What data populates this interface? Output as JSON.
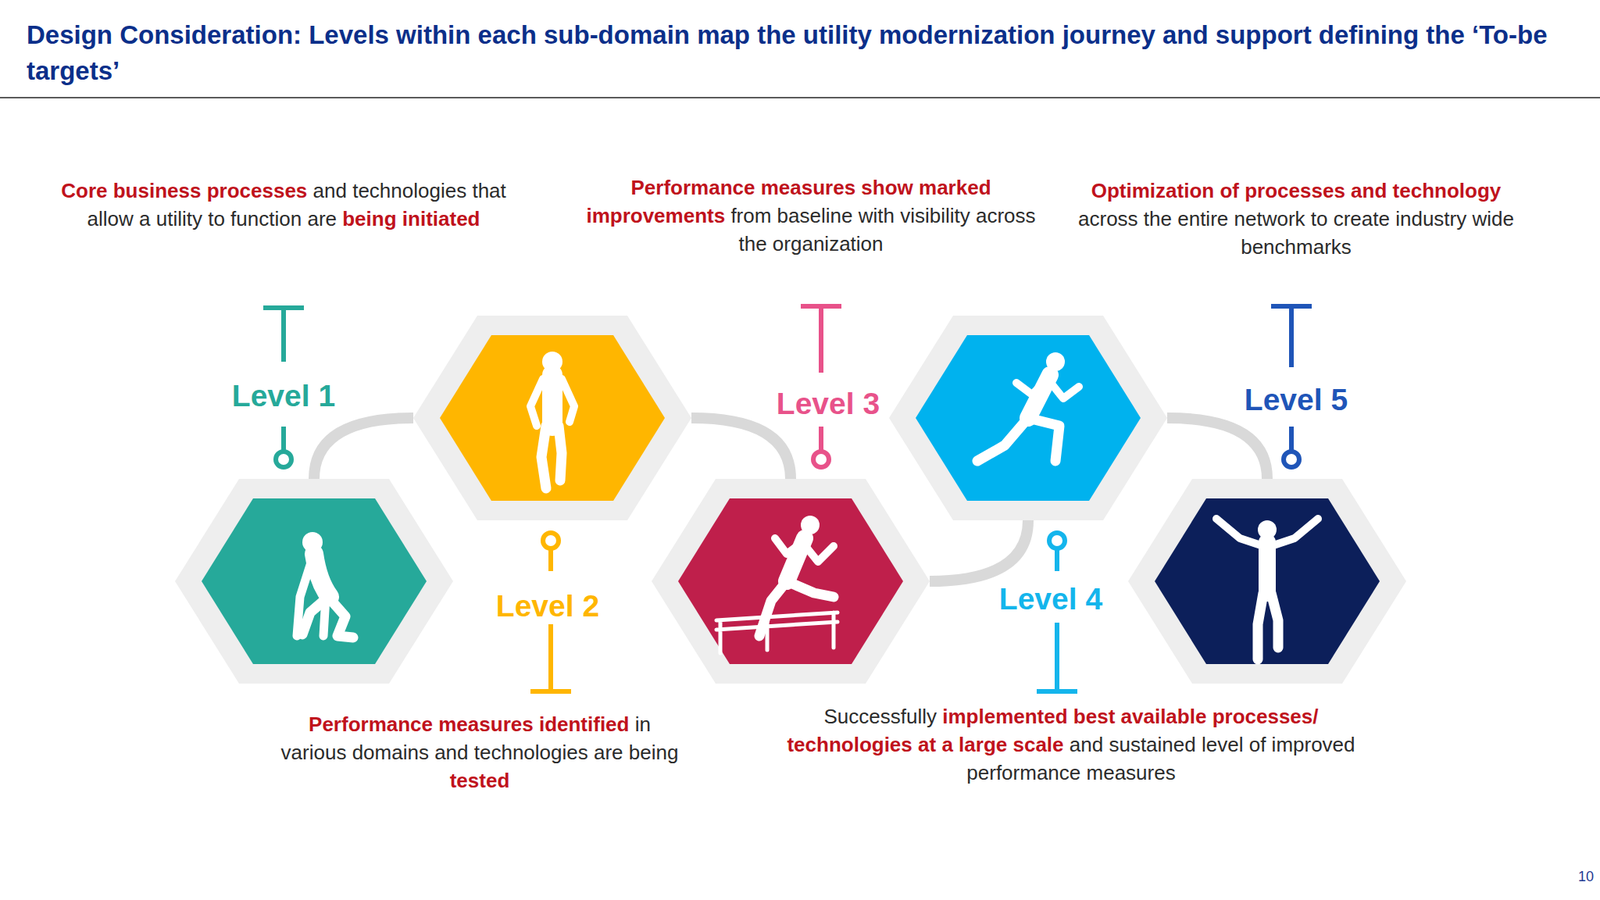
{
  "diagram": {
    "title": "Design Consideration: Levels within each sub-domain map the utility modernization journey and support defining the ‘To-be targets’",
    "nodes": [
      {
        "text": [
          "Level 1",
          "Core business processes and technologies that allow a utility to function are being initiated"
        ]
      },
      {
        "text": [
          "Level 2",
          "Performance measures identified in various domains and technologies are being tested"
        ]
      },
      {
        "text": [
          "Level 3",
          "Performance measures show marked improvements from baseline with visibility across the organization"
        ]
      },
      {
        "text": [
          "Level 4",
          "Successfully implemented best available processes/ technologies at a large scale and sustained level of improved performance measures"
        ]
      },
      {
        "text": [
          "Level 5",
          "Optimization of processes and technology across the entire network to create industry wide benchmarks"
        ]
      }
    ],
    "edges": [
      {
        "from": 0,
        "to": 1,
        "arrow": "none"
      },
      {
        "from": 1,
        "to": 2,
        "arrow": "none"
      },
      {
        "from": 2,
        "to": 3,
        "arrow": "none"
      },
      {
        "from": 3,
        "to": 4,
        "arrow": "none"
      }
    ],
    "labels": [
      "10"
    ]
  }
}
